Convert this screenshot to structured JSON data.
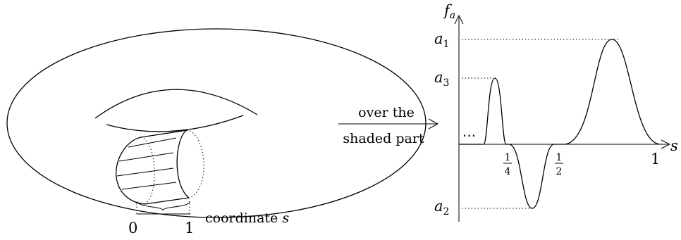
{
  "torus": {
    "coord_start": "0",
    "coord_end": "1",
    "coord_caption_text": "coordinate ",
    "coord_caption_var": "s"
  },
  "arrow": {
    "line1": "over the",
    "line2": "shaded part"
  },
  "graph": {
    "y_axis_main": "f",
    "y_axis_sub": "a",
    "x_axis_label": "s",
    "levels": [
      {
        "main": "a",
        "sub": "1"
      },
      {
        "main": "a",
        "sub": "3"
      },
      {
        "main": "a",
        "sub": "2"
      }
    ],
    "ticks": [
      {
        "num": "1",
        "den": "4"
      },
      {
        "num": "1",
        "den": "2"
      }
    ],
    "end_tick": "1",
    "dots_label": "⋯"
  }
}
